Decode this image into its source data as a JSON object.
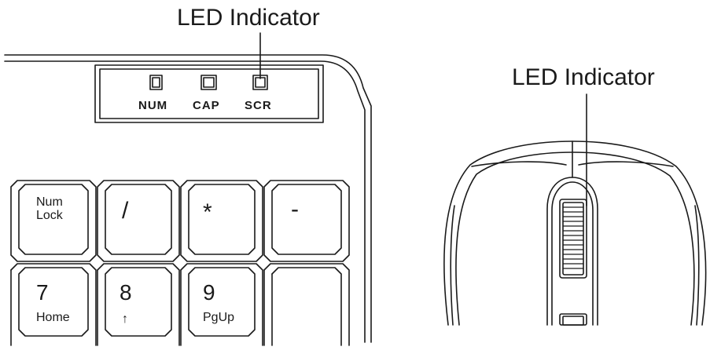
{
  "keyboard": {
    "callout": "LED Indicator",
    "leds": [
      {
        "label": "NUM"
      },
      {
        "label": "CAP"
      },
      {
        "label": "SCR"
      }
    ],
    "keys_top": [
      {
        "line1": "Num",
        "line2": "Lock"
      },
      {
        "symbol": "/"
      },
      {
        "symbol": "*"
      },
      {
        "symbol": "-"
      }
    ],
    "keys_bottom": [
      {
        "main": "7",
        "sub": "Home"
      },
      {
        "main": "8",
        "sub": "↑"
      },
      {
        "main": "9",
        "sub": "PgUp"
      }
    ]
  },
  "mouse": {
    "callout": "LED Indicator"
  },
  "colors": {
    "line": "#1a1a1a",
    "background": "#ffffff"
  }
}
